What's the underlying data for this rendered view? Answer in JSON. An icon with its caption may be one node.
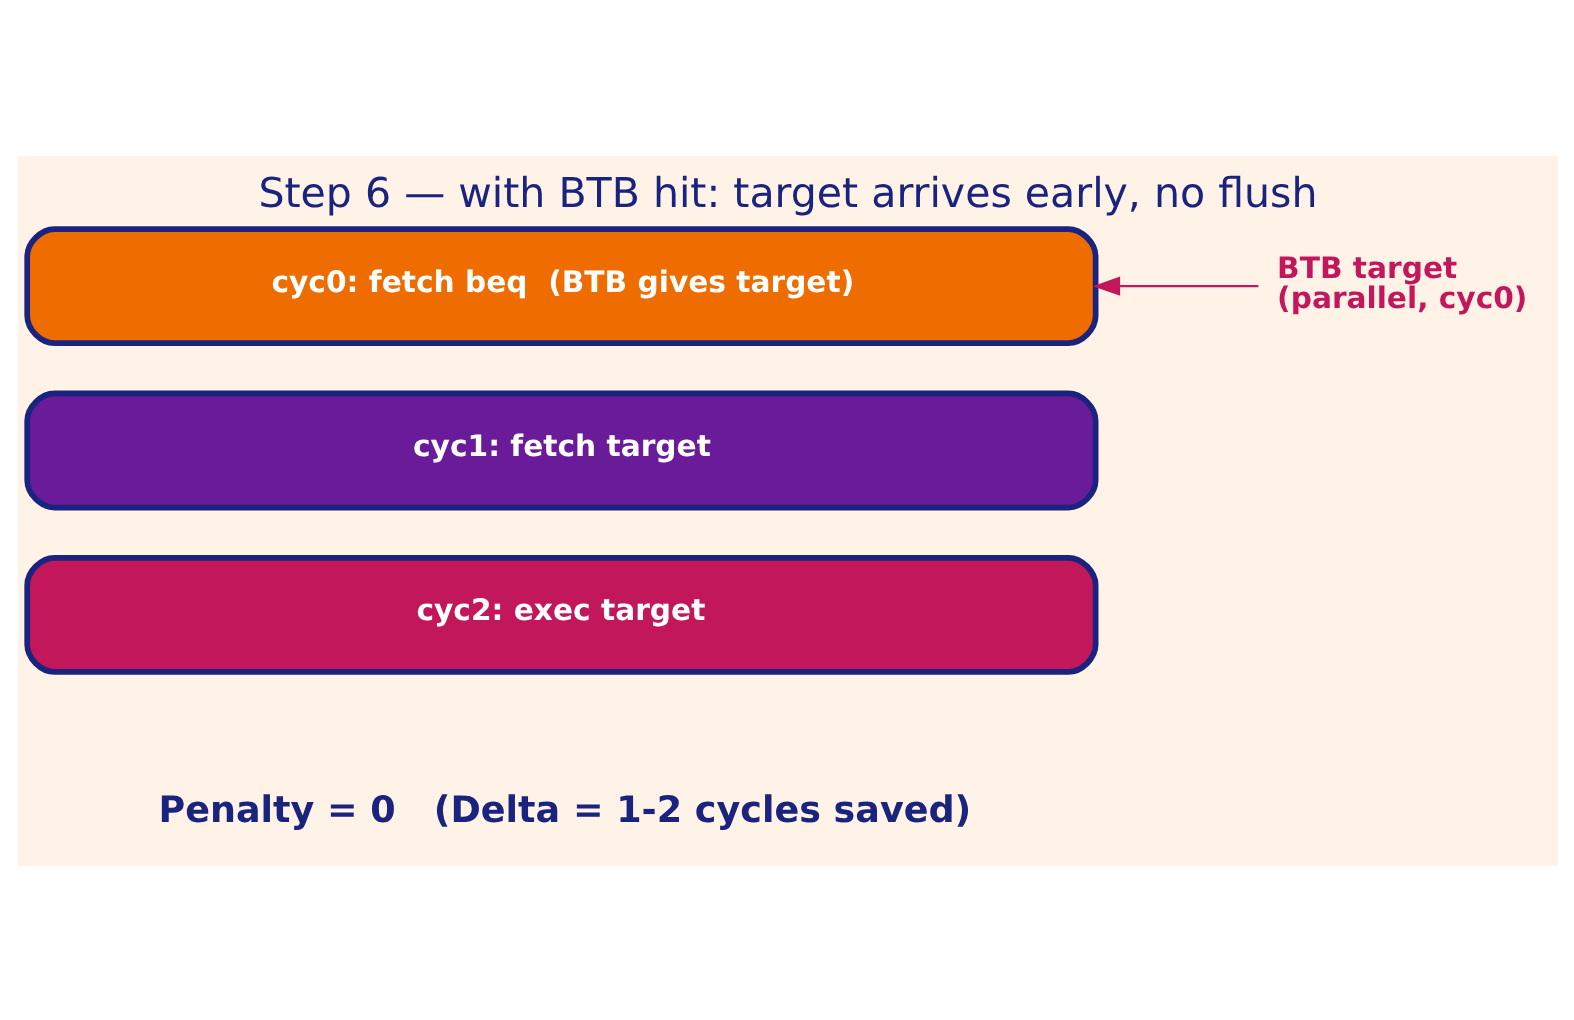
{
  "diagram": {
    "title": "Step 6 — with BTB hit: target arrives early, no flush",
    "nodes": [
      {
        "text": [
          "cyc0: fetch beq  (BTB gives target)"
        ]
      },
      {
        "text": [
          "cyc1: fetch target"
        ]
      },
      {
        "text": [
          "cyc2: exec target"
        ]
      },
      {
        "text": [
          "BTB target (parallel, cyc0)"
        ]
      }
    ],
    "edges": [
      {
        "from": 3,
        "to": 0,
        "arrow": "to",
        "color": "#c2185b"
      }
    ],
    "labels": [
      "Penalty = 0   (Delta = 1-2 cycles saved)"
    ]
  }
}
